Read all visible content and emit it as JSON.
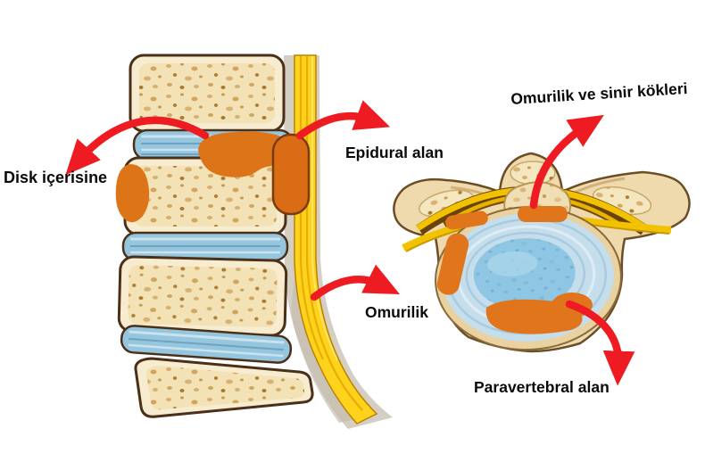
{
  "figure": {
    "title": "",
    "labels": {
      "disk": "Disk içerisine",
      "epidural": "Epidural alan",
      "cord_roots": "Omurilik ve sinir kökleri",
      "cord": "Omurilik",
      "paravertebral": "Paravertebral alan"
    },
    "colors": {
      "background": "#FFFFFF",
      "bone_fill": "#F5E6C1",
      "bone_border": "#4A3018",
      "bone_speckle": "#C2924A",
      "disc_blue": "#96C5DE",
      "ligament_yellow": "#FFD21E",
      "nerve_yellow": "#F2C200",
      "injectate_orange": "#E0751C",
      "arrow_red": "#EE1B22",
      "shadow_gray": "#D5CEC2",
      "label_text": "#0A0A0A"
    }
  }
}
